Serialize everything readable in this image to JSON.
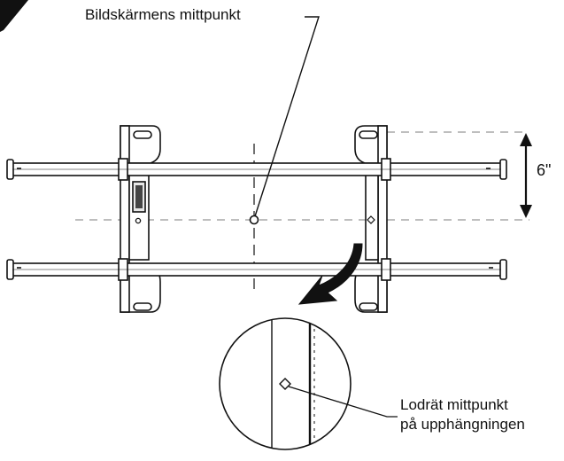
{
  "labels": {
    "screen_center": "Bildskärmens mittpunkt",
    "dimension": "6\"",
    "vertical_center_line1": "Lodrät mittpunkt",
    "vertical_center_line2": "på upphängningen"
  },
  "colors": {
    "ink": "#111111",
    "dashed_guide": "#a9a9a9",
    "background": "#ffffff"
  },
  "icons": {
    "direction_arrow": "curved-arrow-icon"
  }
}
